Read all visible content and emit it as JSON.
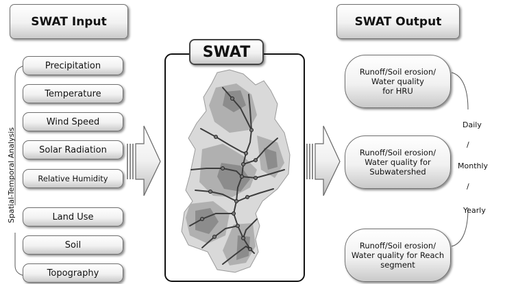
{
  "title_input": "SWAT  Input",
  "title_output": "SWAT  Output",
  "title_center": "SWAT",
  "side_label": "Spatial-Temporal Analysis",
  "inputs": [
    "Precipitation",
    "Temperature",
    "Wind Speed",
    "Solar Radiation",
    "Relative Humidity",
    "Land Use",
    "Soil",
    "Topography"
  ],
  "outputs": [
    "Runoff/Soil erosion/\nWater quality\nfor HRU",
    "Runoff/Soil erosion/\nWater quality for\nSubwatershed",
    "Runoff/Soil erosion/\nWater quality for Reach\nsegment"
  ],
  "frequencies": [
    "Daily",
    "/",
    "Monthly",
    "/",
    "Yearly"
  ],
  "colors": {
    "map_dark": "#8c8c8c",
    "map_mid": "#b0b0b0",
    "map_light": "#d9d9d9",
    "river": "#3c3c3c"
  }
}
